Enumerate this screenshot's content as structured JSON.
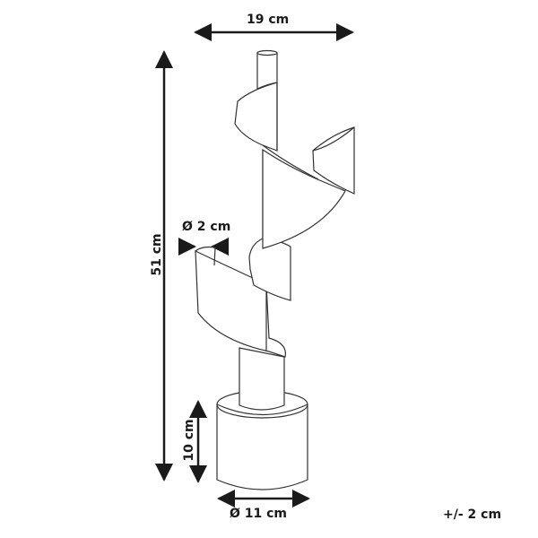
{
  "dimensions": {
    "width": "19 cm",
    "height": "51 cm",
    "rod_diameter": "Ø 2 cm",
    "base_height": "10 cm",
    "base_diameter": "Ø 11 cm",
    "tolerance": "+/- 2 cm"
  },
  "colors": {
    "line": "#1a1a1a",
    "outline": "#333333",
    "background": "#ffffff"
  }
}
